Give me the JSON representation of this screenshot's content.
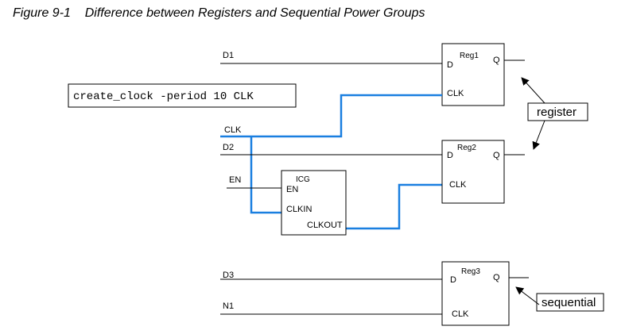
{
  "figure": {
    "number": "Figure 9-1",
    "title": "Difference between Registers and Sequential Power Groups"
  },
  "command": "create_clock -period 10 CLK",
  "signals": {
    "d1": "D1",
    "clk": "CLK",
    "d2": "D2",
    "en": "EN",
    "d3": "D3",
    "n1": "N1"
  },
  "reg1": {
    "name": "Reg1",
    "pin_d": "D",
    "pin_q": "Q",
    "pin_clk": "CLK"
  },
  "reg2": {
    "name": "Reg2",
    "pin_d": "D",
    "pin_q": "Q",
    "pin_clk": "CLK"
  },
  "reg3": {
    "name": "Reg3",
    "pin_d": "D",
    "pin_q": "Q",
    "pin_clk": "CLK"
  },
  "icg": {
    "name": "ICG",
    "pin_en": "EN",
    "pin_clkin": "CLKIN",
    "pin_clkout": "CLKOUT"
  },
  "callouts": {
    "register": "register",
    "sequential": "sequential"
  },
  "colors": {
    "clock_net": "#1a7fe0"
  }
}
